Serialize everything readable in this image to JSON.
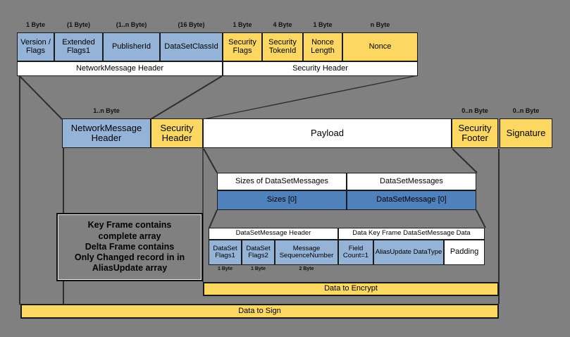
{
  "palette": {
    "background": "#808080",
    "light_blue": "#95b3d7",
    "medium_blue": "#4f81bd",
    "yellow": "#fcd862",
    "white": "#ffffff",
    "line": "#2e2e2e"
  },
  "top": {
    "fields": [
      {
        "label": "Version / Flags",
        "bytes": "1 Byte"
      },
      {
        "label": "Extended Flags1",
        "bytes": "(1 Byte)"
      },
      {
        "label": "PublisherId",
        "bytes": "(1..n Byte)"
      },
      {
        "label": "DataSetClassId",
        "bytes": "(16 Byte)"
      },
      {
        "label": "Security Flags",
        "bytes": "1 Byte"
      },
      {
        "label": "Security TokenId",
        "bytes": "4 Byte"
      },
      {
        "label": "Nonce Length",
        "bytes": "1 Byte"
      },
      {
        "label": "Nonce",
        "bytes": "n Byte"
      }
    ],
    "group_labels": [
      {
        "label": "NetworkMessage Header"
      },
      {
        "label": "Security Header"
      }
    ]
  },
  "message_row": {
    "fields": [
      {
        "label": "NetworkMessage Header",
        "bytes": "1..n Byte"
      },
      {
        "label": "Security Header",
        "bytes": ""
      },
      {
        "label": "Payload",
        "bytes": ""
      },
      {
        "label": "Security Footer",
        "bytes": "0..n Byte"
      },
      {
        "label": "Signature",
        "bytes": "0..n Byte"
      }
    ]
  },
  "payload_detail": {
    "headers": [
      {
        "label": "Sizes of DataSetMessages"
      },
      {
        "label": "DataSetMessages"
      }
    ],
    "cells": [
      {
        "label": "Sizes [0]"
      },
      {
        "label": "DataSetMessage [0]"
      }
    ]
  },
  "dataset_detail": {
    "headers": [
      {
        "label": "DataSetMessage Header"
      },
      {
        "label": "Data Key Frame DataSetMessage Data"
      }
    ],
    "fields": [
      {
        "label": "DataSet Flags1",
        "bytes": "1 Byte"
      },
      {
        "label": "DataSet Flags2",
        "bytes": "1 Byte"
      },
      {
        "label": "Message SequenceNumber",
        "bytes": "2 Byte"
      },
      {
        "label": "Field Count=1",
        "bytes": ""
      },
      {
        "label": "AliasUpdate DataType",
        "bytes": ""
      },
      {
        "label": "Padding",
        "bytes": ""
      }
    ]
  },
  "note": {
    "lines": [
      "Key Frame contains",
      "complete array",
      "Delta Frame contains",
      "Only Changed record in  in",
      "AliasUpdate array"
    ]
  },
  "bars": {
    "encrypt": "Data to Encrypt",
    "sign": "Data to Sign"
  }
}
